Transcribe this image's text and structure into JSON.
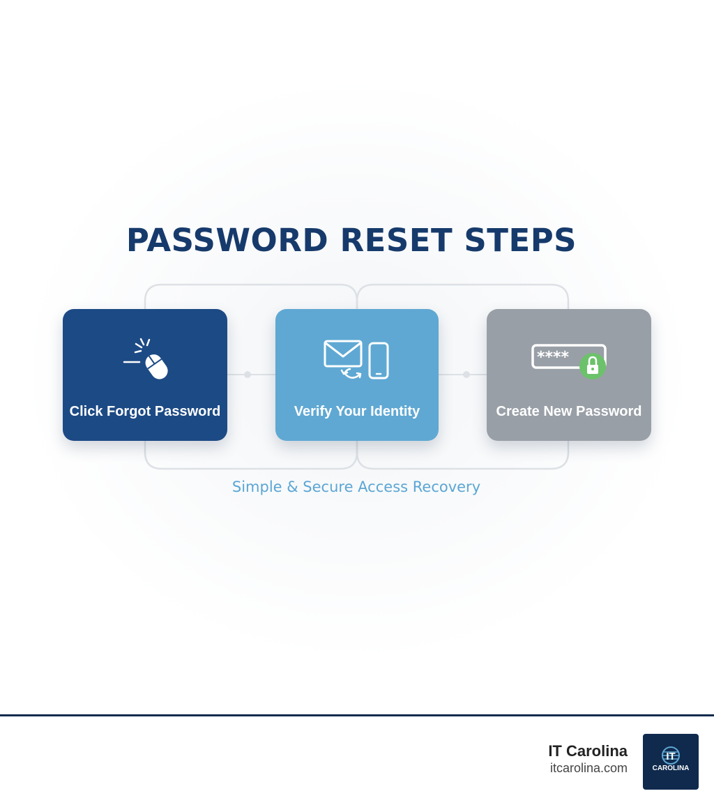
{
  "title": "PASSWORD RESET STEPS",
  "steps": [
    {
      "label": "Click Forgot Password",
      "icon": "mouse-click-icon",
      "color": "#1c4a85"
    },
    {
      "label": "Verify Your Identity",
      "icon": "email-phone-verify-icon",
      "color": "#5fa8d3"
    },
    {
      "label": "Create New Password",
      "icon": "password-lock-icon",
      "color": "#999fa6"
    }
  ],
  "password_mask": "****",
  "subtitle": "Simple & Secure Access Recovery",
  "footer": {
    "brand_name": "IT Carolina",
    "brand_url": "itcarolina.com",
    "logo_text": "CAROLINA",
    "logo_mark_text": "IT",
    "logo_color": "#0f2a4d",
    "rule_color": "#0f2a4d"
  },
  "colors": {
    "title": "#163a6b",
    "subtitle": "#5ba6d4",
    "lock_green": "#6cc26a",
    "connector": "#dde1e5"
  }
}
